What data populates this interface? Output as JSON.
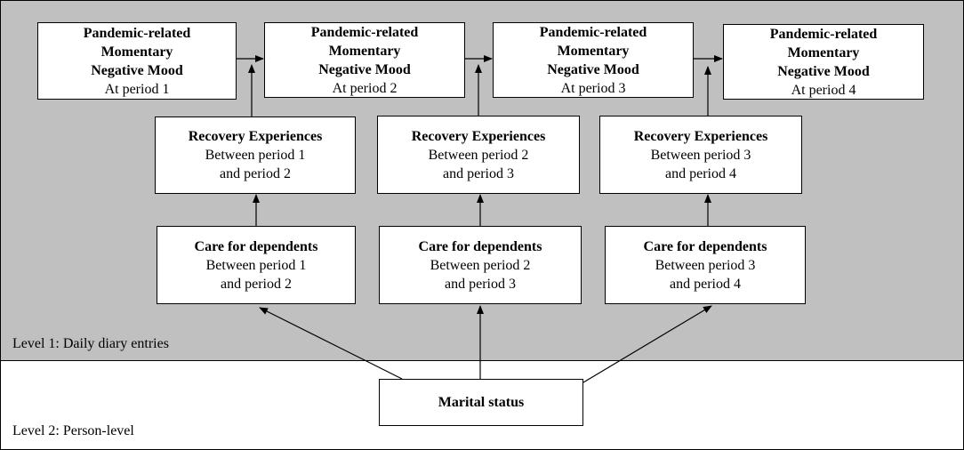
{
  "levels": {
    "level1": "Level 1: Daily diary entries",
    "level2": "Level 2: Person-level"
  },
  "mood": [
    {
      "title": [
        "Pandemic-related",
        "Momentary",
        "Negative Mood"
      ],
      "sub": "At period 1"
    },
    {
      "title": [
        "Pandemic-related",
        "Momentary",
        "Negative Mood"
      ],
      "sub": "At period 2"
    },
    {
      "title": [
        "Pandemic-related",
        "Momentary",
        "Negative Mood"
      ],
      "sub": "At period 3"
    },
    {
      "title": [
        "Pandemic-related",
        "Momentary",
        "Negative Mood"
      ],
      "sub": "At period 4"
    }
  ],
  "recovery": [
    {
      "title": "Recovery Experiences",
      "sub": [
        "Between period 1",
        "and period 2"
      ]
    },
    {
      "title": "Recovery Experiences",
      "sub": [
        "Between period 2",
        "and period 3"
      ]
    },
    {
      "title": "Recovery Experiences",
      "sub": [
        "Between period 3",
        "and period 4"
      ]
    }
  ],
  "care": [
    {
      "title": "Care for dependents",
      "sub": [
        "Between period 1",
        "and period 2"
      ]
    },
    {
      "title": "Care for dependents",
      "sub": [
        "Between period 2",
        "and period 3"
      ]
    },
    {
      "title": "Care for dependents",
      "sub": [
        "Between period 3",
        "and period 4"
      ]
    }
  ],
  "marital": {
    "title": "Marital status"
  }
}
